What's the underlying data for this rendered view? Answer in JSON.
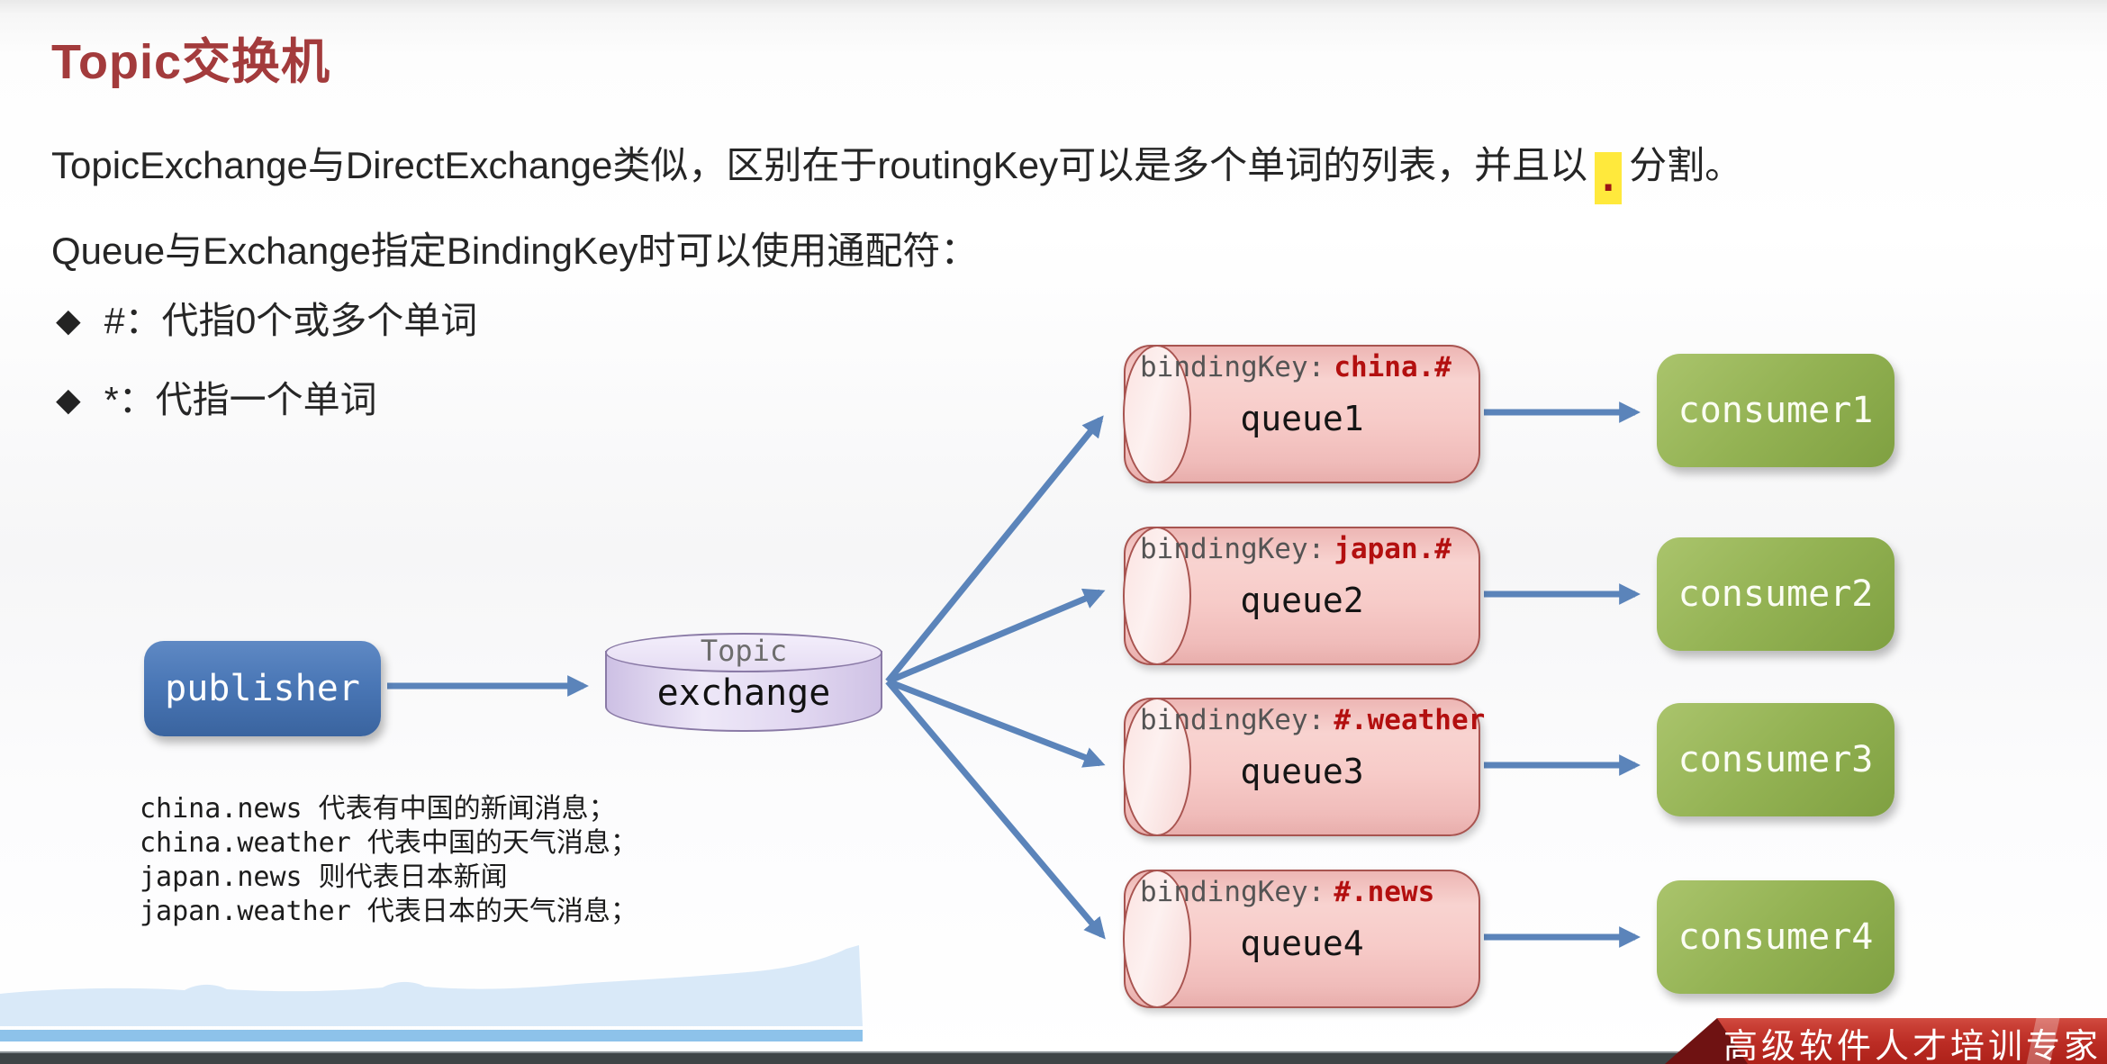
{
  "title": "Topic交换机",
  "paragraphs": {
    "p1_before": "TopicExchange与DirectExchange类似，区别在于routingKey可以是多个单词的列表，并且以",
    "p1_highlight": ".",
    "p1_after": "分割。",
    "p2": "Queue与Exchange指定BindingKey时可以使用通配符："
  },
  "bullets": [
    {
      "marker": "◆",
      "text": "#：代指0个或多个单词"
    },
    {
      "marker": "◆",
      "text": "*：代指一个单词"
    }
  ],
  "diagram": {
    "publisher_label": "publisher",
    "exchange": {
      "type_label": "Topic",
      "label": "exchange"
    },
    "binding_prefix": "bindingKey:",
    "queues": [
      {
        "binding_key": "china.#",
        "label": "queue1"
      },
      {
        "binding_key": "japan.#",
        "label": "queue2"
      },
      {
        "binding_key": "#.weather",
        "label": "queue3"
      },
      {
        "binding_key": "#.news",
        "label": "queue4"
      }
    ],
    "consumers": [
      "consumer1",
      "consumer2",
      "consumer3",
      "consumer4"
    ]
  },
  "notes": [
    "china.news 代表有中国的新闻消息；",
    "china.weather 代表中国的天气消息；",
    "japan.news 则代表日本新闻",
    "japan.weather 代表日本的天气消息；"
  ],
  "footer": {
    "banner_text": "高级软件人才培训专家"
  },
  "colors": {
    "title_red": "#a33b3c",
    "highlight_yellow": "#ffe93c",
    "highlight_dot_red": "#9c1414",
    "binding_key_red": "#b30f0f",
    "publisher_blue": "#4a77b6",
    "exchange_lavender": "#e0d6f0",
    "queue_pink": "#f7cbc8",
    "queue_border": "#a85450",
    "consumer_green": "#93b253",
    "arrow_blue": "#5b84ba",
    "banner_red": "#bb2c24",
    "wave_blue": "#d9e9f8",
    "strip_blue": "#8dc2ea"
  }
}
